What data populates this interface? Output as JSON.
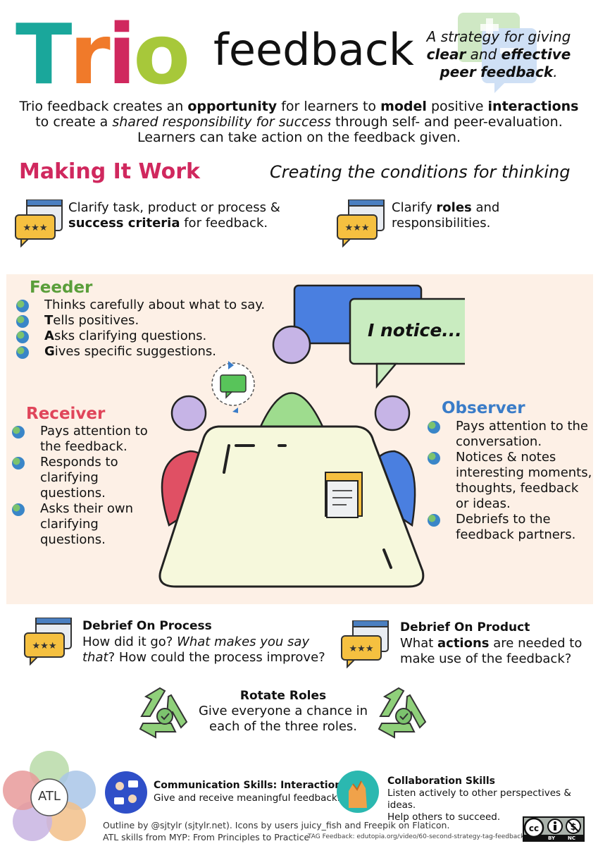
{
  "header": {
    "trio_letters": [
      {
        "char": "T",
        "color": "#1aa79b"
      },
      {
        "char": "r",
        "color": "#f07a2a"
      },
      {
        "char": "i",
        "color": "#d0285e"
      },
      {
        "char": "o",
        "color": "#a7c83a"
      }
    ],
    "feedback_word": "feedback",
    "tagline_pre": "A strategy for giving",
    "tagline_b1": "clear",
    "tagline_and": "and",
    "tagline_b2": "effective",
    "tagline_b3": "peer",
    "tagline_b4": "feedback",
    "tagline_end": "."
  },
  "intro": {
    "t1": "Trio feedback creates an ",
    "b1": "opportunity",
    "t2": " for learners to ",
    "b2": "model",
    "t3": " positive ",
    "b3": "interactions",
    "t4": " to create a ",
    "i1": "shared responsibility for success",
    "t5": " through self- and peer-evaluation.",
    "line3": "Learners can take action on the feedback given."
  },
  "making": {
    "heading": "Making It Work",
    "subheading": "Creating the conditions for thinking",
    "clarify1_pre": "Clarify task, product or process &",
    "clarify1_bold": "success criteria",
    "clarify1_post": " for feedback.",
    "clarify2_pre": "Clarify ",
    "clarify2_bold": "roles",
    "clarify2_post": " and",
    "clarify2_line2": "responsibilities."
  },
  "feeder": {
    "heading": "Feeder",
    "items": [
      {
        "initial": "",
        "text": "Thinks carefully about what to say."
      },
      {
        "initial": "T",
        "text": "ells positives."
      },
      {
        "initial": "A",
        "text": "sks clarifying questions."
      },
      {
        "initial": "G",
        "text": "ives specific suggestions."
      }
    ],
    "color": "#5a9e3a"
  },
  "speech": {
    "text": "I notice..."
  },
  "receiver": {
    "heading": "Receiver",
    "color": "#e0455a",
    "items": [
      "Pays attention to the feedback.",
      "Responds to clarifying questions.",
      "Asks their own clarifying questions."
    ]
  },
  "observer": {
    "heading": "Observer",
    "color": "#3a7cc8",
    "items": [
      "Pays attention to the conversation.",
      "Notices & notes interesting moments, thoughts, feedback or ideas.",
      "Debriefs to the feedback partners."
    ]
  },
  "debrief_process": {
    "heading": "Debrief On Process",
    "t1": "How did it go? ",
    "i1": "What makes you say",
    "i2": "that",
    "t2": "? How could the process improve?"
  },
  "debrief_product": {
    "heading": "Debrief On Product",
    "t1": "What ",
    "b1": "actions",
    "t2": " are needed to",
    "line2": "make use of the feedback?"
  },
  "rotate": {
    "heading": "Rotate Roles",
    "line1": "Give everyone a chance in",
    "line2": "each of the three roles."
  },
  "footer": {
    "atl": "ATL",
    "comm_heading": "Communication Skills: Interaction",
    "comm_text": "Give and receive meaningful feedback.",
    "collab_heading": "Collaboration Skills",
    "collab_line1": "Listen actively to other perspectives & ideas.",
    "collab_line2": "Help others to succeed.",
    "credit1": "Outline by @sjtylr (sjtylr.net). Icons by users juicy_fish and Freepik on Flaticon.",
    "credit2": "ATL skills from MYP: From Principles to Practice",
    "credit3": "TAG Feedback: edutopia.org/video/60-second-strategy-tag-feedback",
    "cc_by": "BY",
    "cc_nc": "NC"
  }
}
